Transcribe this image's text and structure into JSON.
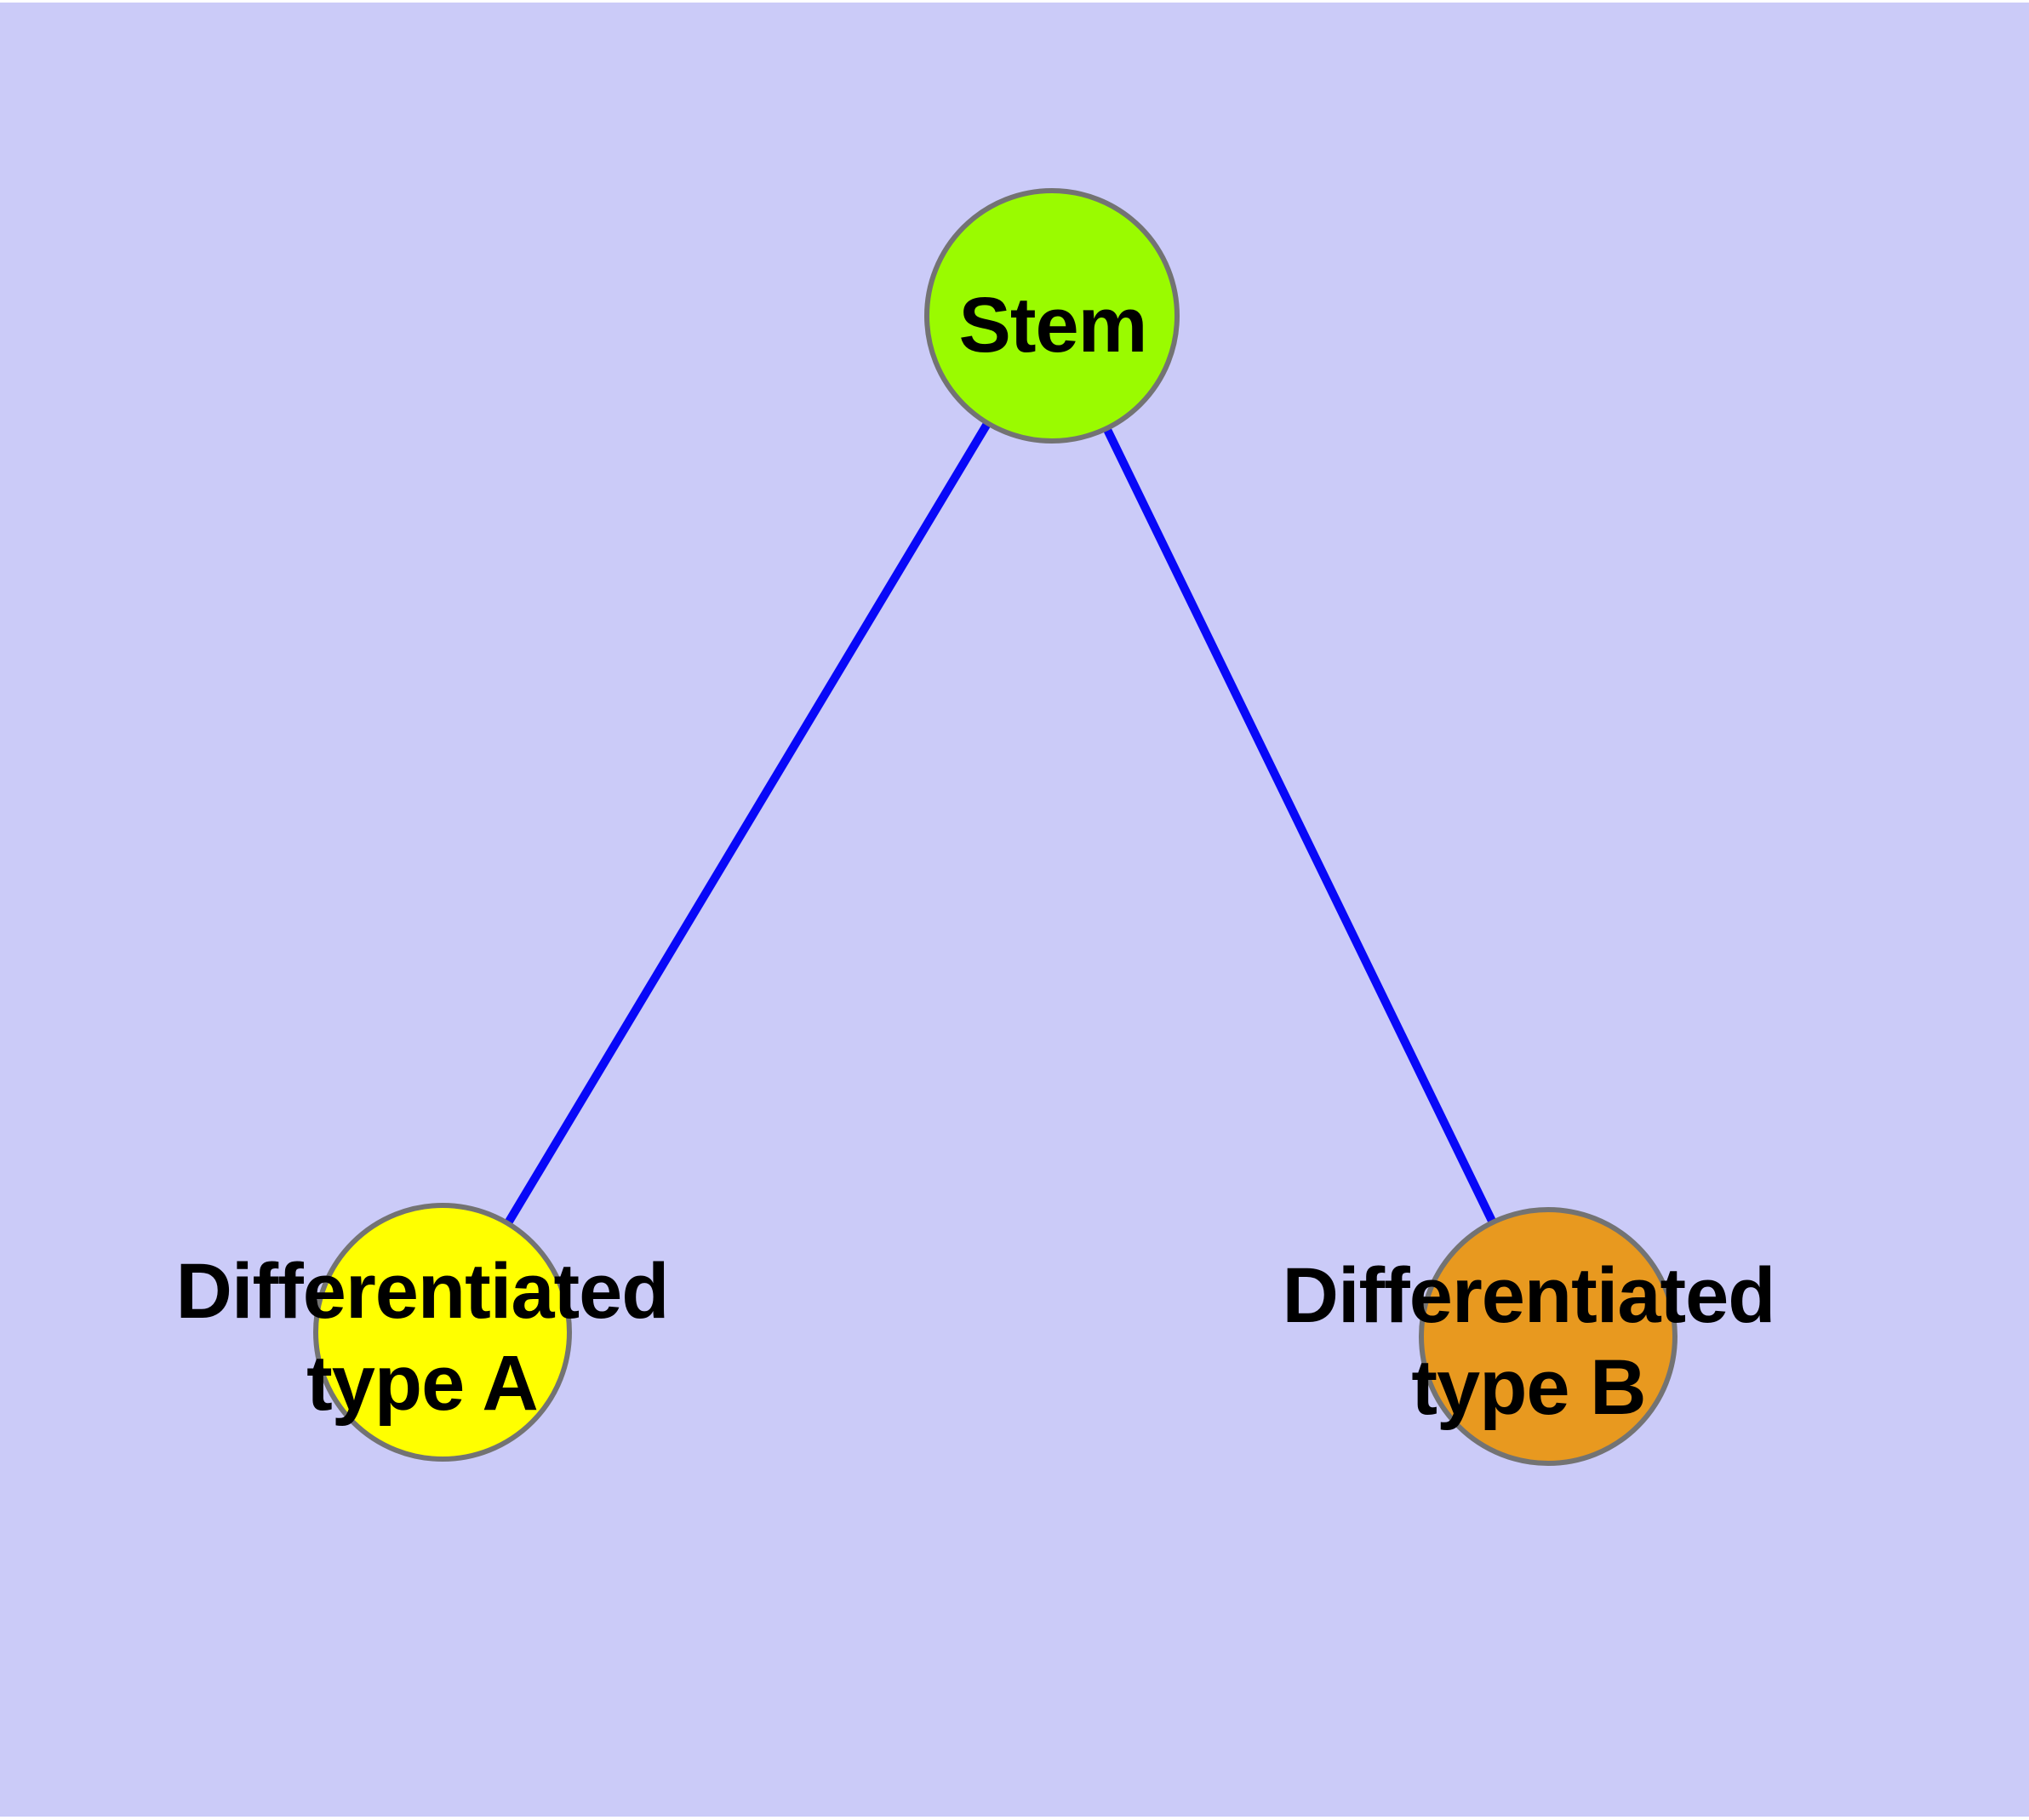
{
  "diagram": {
    "background_color": "#CBCBF8",
    "edge_color": "#0808F8",
    "node_border_color": "#737373",
    "label_color": "#000000",
    "nodes": {
      "stem": {
        "label": "Stem",
        "fill": "#9AFB00"
      },
      "type_a": {
        "label_line1": "Differentiated",
        "label_line2": "type A",
        "fill": "#FFFF00"
      },
      "type_b": {
        "label_line1": "Differentiated",
        "label_line2": "type B",
        "fill": "#E8991F"
      }
    },
    "edges": [
      {
        "from": "stem",
        "to": "type_a"
      },
      {
        "from": "stem",
        "to": "type_b"
      }
    ]
  }
}
